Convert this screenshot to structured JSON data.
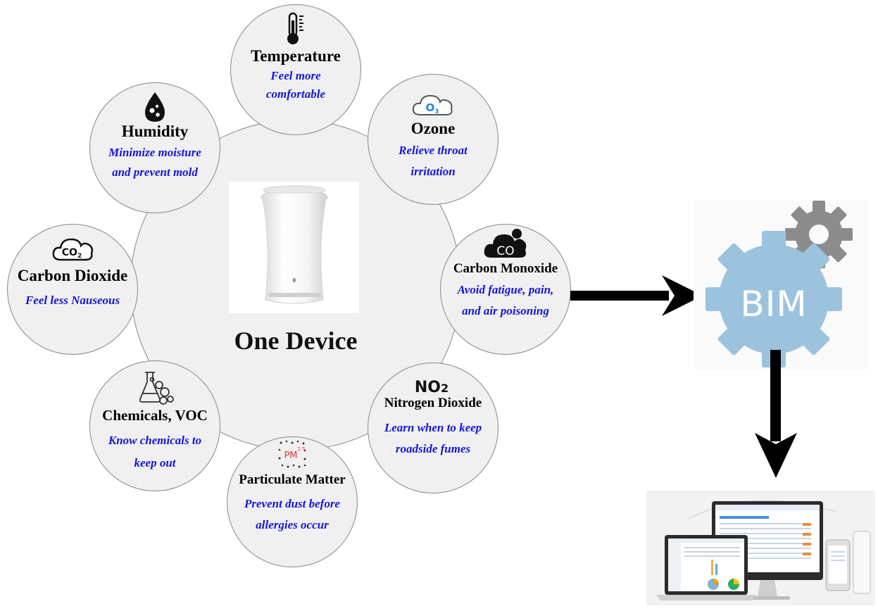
{
  "center": {
    "label": "One Device"
  },
  "sensors": [
    {
      "icon": "thermometer-icon",
      "title": "Temperature",
      "desc1": "Feel more",
      "desc2": "comfortable"
    },
    {
      "icon": "ozone-cloud-icon",
      "title": "Ozone",
      "desc1": "Relieve throat",
      "desc2": "irritation",
      "icon_text": "O3"
    },
    {
      "icon": "co-cloud-icon",
      "title": "Carbon Monoxide",
      "desc1": "Avoid fatigue, pain,",
      "desc2": "and air poisoning",
      "icon_text": "CO"
    },
    {
      "icon": "no2-icon",
      "title": "Nitrogen Dioxide",
      "desc1": "Learn when to keep",
      "desc2": "roadside fumes",
      "icon_text": "NO2"
    },
    {
      "icon": "pm25-icon",
      "title": "Particulate Matter",
      "desc1": "Prevent dust before",
      "desc2": "allergies occur",
      "icon_text": "PM"
    },
    {
      "icon": "flask-icon",
      "title": "Chemicals, VOC",
      "desc1": "Know chemicals to",
      "desc2": "keep out"
    },
    {
      "icon": "co2-cloud-icon",
      "title": "Carbon Dioxide",
      "desc1": "Feel less Nauseous",
      "desc2": "",
      "icon_text": "CO2"
    },
    {
      "icon": "water-drop-icon",
      "title": "Humidity",
      "desc1": "Minimize moisture",
      "desc2": "and prevent mold"
    }
  ],
  "bim": {
    "label": "BIM",
    "icon": "gear-icon"
  },
  "colors": {
    "desc_text": "#1515e0",
    "circle_fill": "#f0f0f0",
    "bim_gear": "#9cc3de",
    "small_gear": "#8c8c8c",
    "arrow": "#000000"
  }
}
